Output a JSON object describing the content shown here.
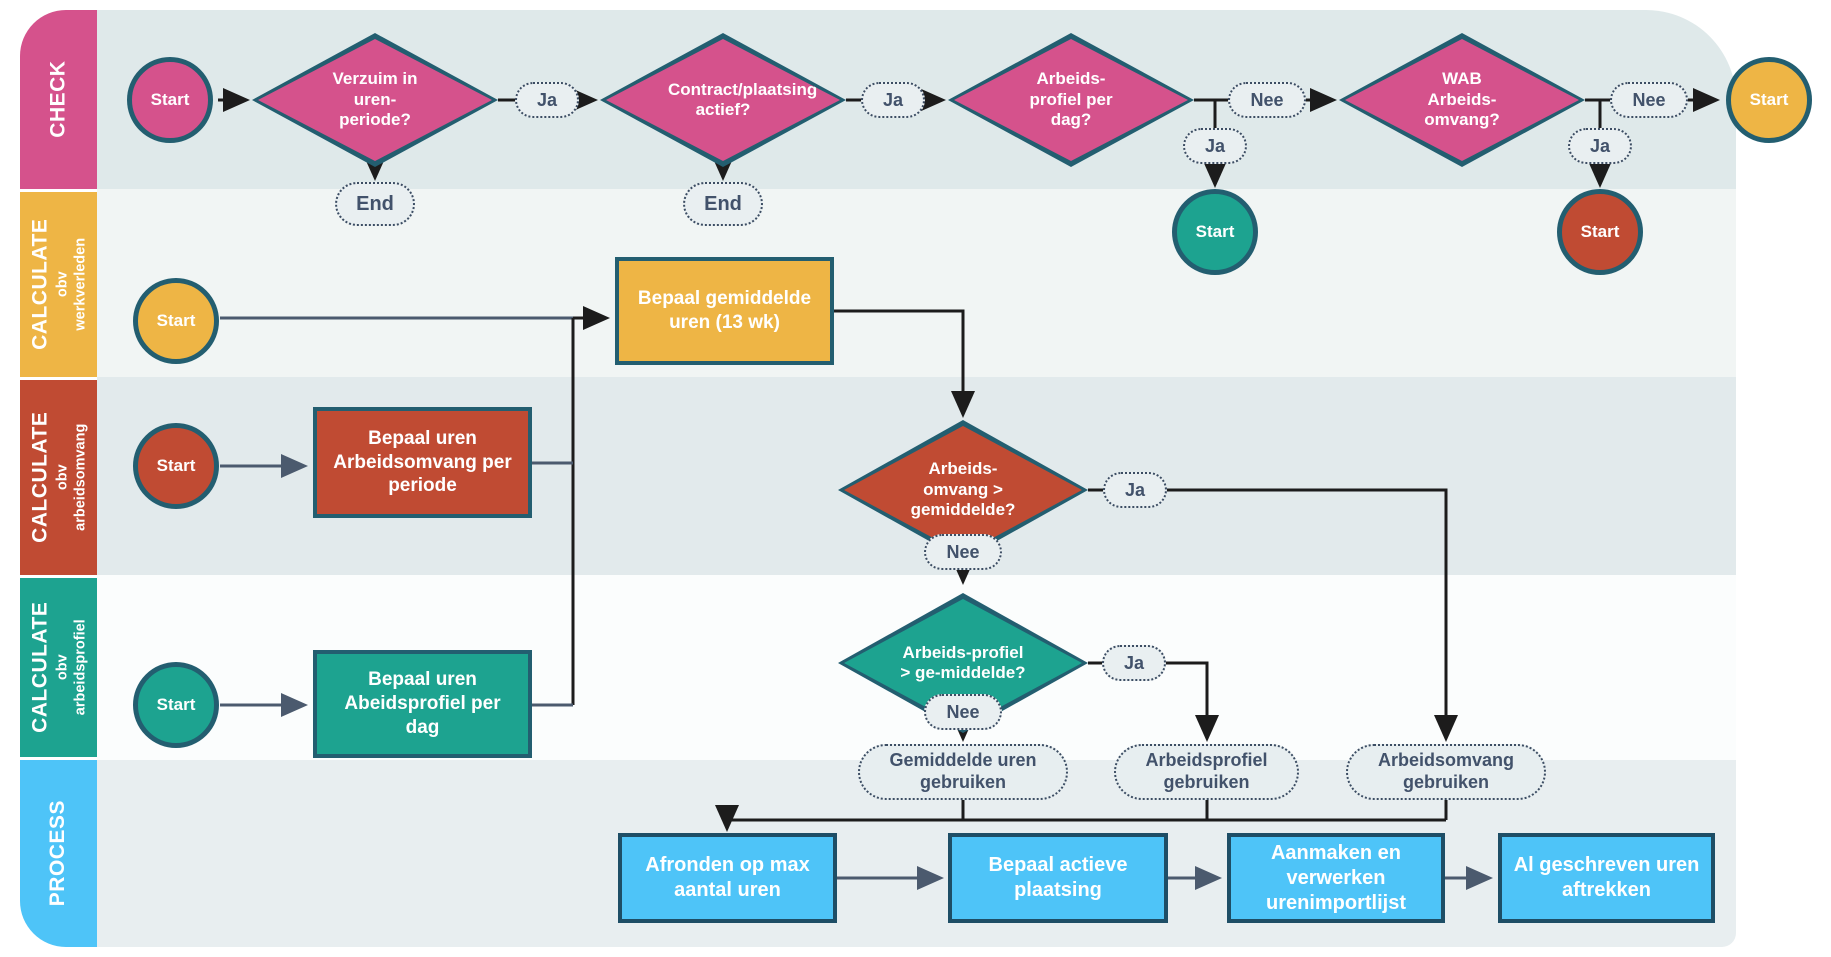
{
  "lanes": [
    {
      "label": "CHECK",
      "sub": []
    },
    {
      "label": "CALCULATE",
      "sub": [
        "obv",
        "werkverleden"
      ]
    },
    {
      "label": "CALCULATE",
      "sub": [
        "obv",
        "arbeidsomvang"
      ]
    },
    {
      "label": "CALCULATE",
      "sub": [
        "obv",
        "arbeidsprofiel"
      ]
    },
    {
      "label": "PROCESS",
      "sub": []
    }
  ],
  "nodes": {
    "start_check": {
      "label": "Start"
    },
    "d_verzuim": {
      "label": "Verzuim in uren-periode?"
    },
    "ja_1": {
      "label": "Ja"
    },
    "end_1": {
      "label": "End"
    },
    "d_contract": {
      "label": "Contract/plaatsing actief?"
    },
    "ja_2": {
      "label": "Ja"
    },
    "end_2": {
      "label": "End"
    },
    "d_profiel": {
      "label": "Arbeids-profiel per dag?"
    },
    "ja_3": {
      "label": "Ja"
    },
    "start_teal_top": {
      "label": "Start"
    },
    "nee_1": {
      "label": "Nee"
    },
    "d_wab": {
      "label": "WAB Arbeids-omvang?"
    },
    "ja_4": {
      "label": "Ja"
    },
    "start_red_top": {
      "label": "Start"
    },
    "nee_2": {
      "label": "Nee"
    },
    "start_yellow_right": {
      "label": "Start"
    },
    "start_calc_werkverleden": {
      "label": "Start"
    },
    "box_gemiddelde": {
      "label": "Bepaal gemiddelde uren (13 wk)"
    },
    "start_calc_arbeidsomvang": {
      "label": "Start"
    },
    "box_arbeidsomvang": {
      "label": "Bepaal uren Arbeidsomvang per periode"
    },
    "d_omvang": {
      "label": "Arbeids-omvang > gemiddelde?"
    },
    "ja_5": {
      "label": "Ja"
    },
    "nee_3": {
      "label": "Nee"
    },
    "start_calc_arbeidsprofiel": {
      "label": "Start"
    },
    "box_arbeidsprofiel": {
      "label": "Bepaal uren Abeidsprofiel per dag"
    },
    "d_profiel_gem": {
      "label": "Arbeids-profiel > ge-middelde?"
    },
    "ja_6": {
      "label": "Ja"
    },
    "nee_4": {
      "label": "Nee"
    },
    "st_gemiddelde": {
      "label": "Gemiddelde uren gebruiken"
    },
    "st_arbeidsprofiel": {
      "label": "Arbeidsprofiel gebruiken"
    },
    "st_arbeidsomvang": {
      "label": "Arbeidsomvang gebruiken"
    },
    "p_afronden": {
      "label": "Afronden op max aantal uren"
    },
    "p_plaatsing": {
      "label": "Bepaal actieve plaatsing"
    },
    "p_urenimport": {
      "label": "Aanmaken en verwerken urenimportlijst"
    },
    "p_aftrekken": {
      "label": "Al geschreven uren aftrekken"
    }
  },
  "colors": {
    "pink": "#d5528c",
    "yellow": "#eeb545",
    "red": "#c04b33",
    "teal": "#1da390",
    "blue": "#4ec4f8",
    "border_dark": "#235e70",
    "stadium_text": "#42526b",
    "lane1_bg": "#dfe9ea",
    "lane2_bg": "#f1f5f4",
    "lane3_bg": "#e2eaec",
    "lane4_bg": "#fbfdfd",
    "lane5_bg": "#e8eef0",
    "arrow_black": "#1c1c1c",
    "arrow_slate": "#4b5a6e"
  }
}
